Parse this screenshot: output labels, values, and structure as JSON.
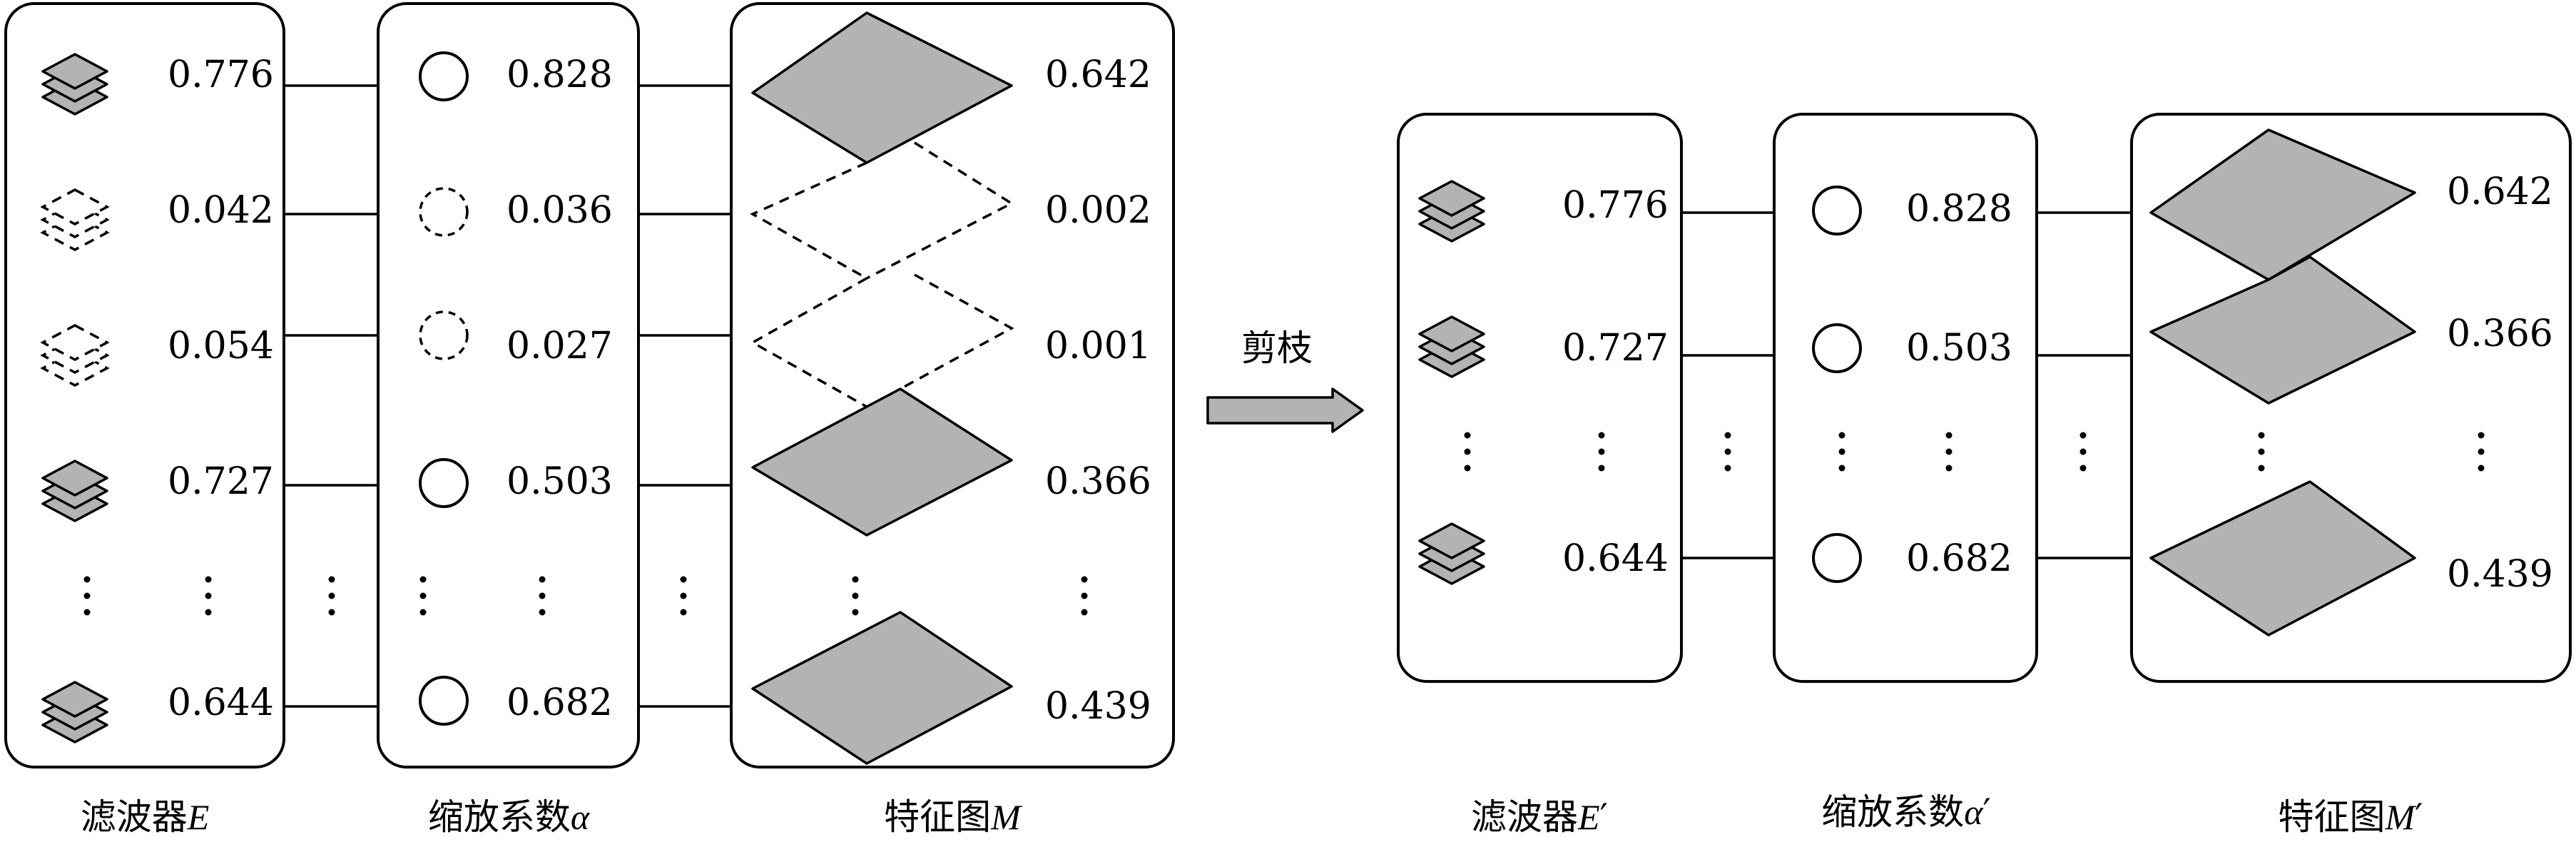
{
  "left": {
    "filters": [
      "0.776",
      "0.042",
      "0.054",
      "0.727",
      "0.644"
    ],
    "scales": [
      "0.828",
      "0.036",
      "0.027",
      "0.503",
      "0.682"
    ],
    "maps": [
      "0.642",
      "0.002",
      "0.001",
      "0.366",
      "0.439"
    ],
    "pruned": [
      false,
      true,
      true,
      false,
      false
    ]
  },
  "arrow_label": "剪枝",
  "right": {
    "filters": [
      "0.776",
      "0.727",
      "0.644"
    ],
    "scales": [
      "0.828",
      "0.503",
      "0.682"
    ],
    "maps": [
      "0.642",
      "0.366",
      "0.439"
    ]
  },
  "captions": {
    "filter_text": "滤波器",
    "filter_symbol": "E",
    "scale_text": "缩放系数",
    "scale_symbol": "α",
    "map_text": "特征图",
    "map_symbol": "M",
    "prime": "′"
  }
}
